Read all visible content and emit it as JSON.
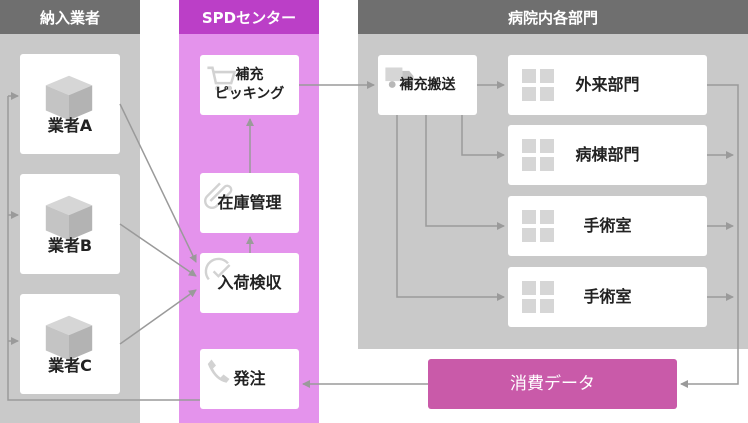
{
  "colors": {
    "vendor_bg": "#c9c9c9",
    "vendor_head": "#6f6f6f",
    "spd_bg": "#e493ec",
    "spd_head": "#bb3fc7",
    "hospital_bg": "#c9c9c9",
    "hospital_head": "#6f6f6f",
    "data_box": "#c95aa9",
    "arrow": "#9a9a9a"
  },
  "columns": {
    "vendor": "納入業者",
    "spd": "SPDセンター",
    "hospital": "病院内各部門"
  },
  "vendors": [
    "業者A",
    "業者B",
    "業者C"
  ],
  "spd": {
    "picking": [
      "補充",
      "ピッキング"
    ],
    "inventory": "在庫管理",
    "inspection": "入荷検収",
    "order": "発注"
  },
  "hospital": {
    "delivery": "補充搬送",
    "departments": [
      "外来部門",
      "病棟部門",
      "手術室",
      "手術室"
    ]
  },
  "consumption": "消費データ",
  "icons": {
    "vendor": "cardboard-box-icon",
    "picking": "shopping-cart-icon",
    "inventory": "paperclip-icon",
    "inspection": "inspection-stamp-icon",
    "order": "telephone-icon",
    "delivery": "delivery-truck-icon",
    "department": "grid-icon"
  }
}
